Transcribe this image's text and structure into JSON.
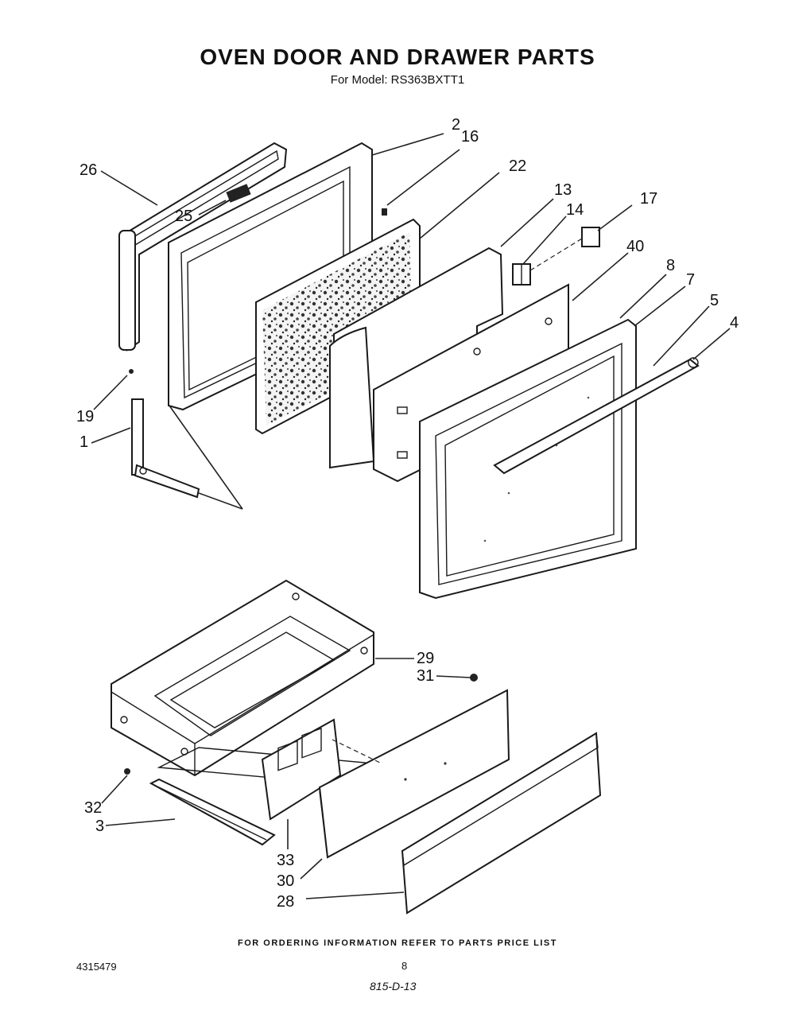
{
  "title": "OVEN DOOR AND DRAWER PARTS",
  "subtitle": "For Model: RS363BXTT1",
  "footer": "FOR ORDERING INFORMATION REFER TO PARTS PRICE LIST",
  "doc_number": "4315479",
  "page_number": "8",
  "handwritten_code": "815-D-13",
  "callouts": [
    "2",
    "16",
    "26",
    "22",
    "13",
    "14",
    "17",
    "25",
    "40",
    "8",
    "7",
    "5",
    "4",
    "19",
    "1",
    "29",
    "31",
    "32",
    "3",
    "33",
    "30",
    "28"
  ]
}
